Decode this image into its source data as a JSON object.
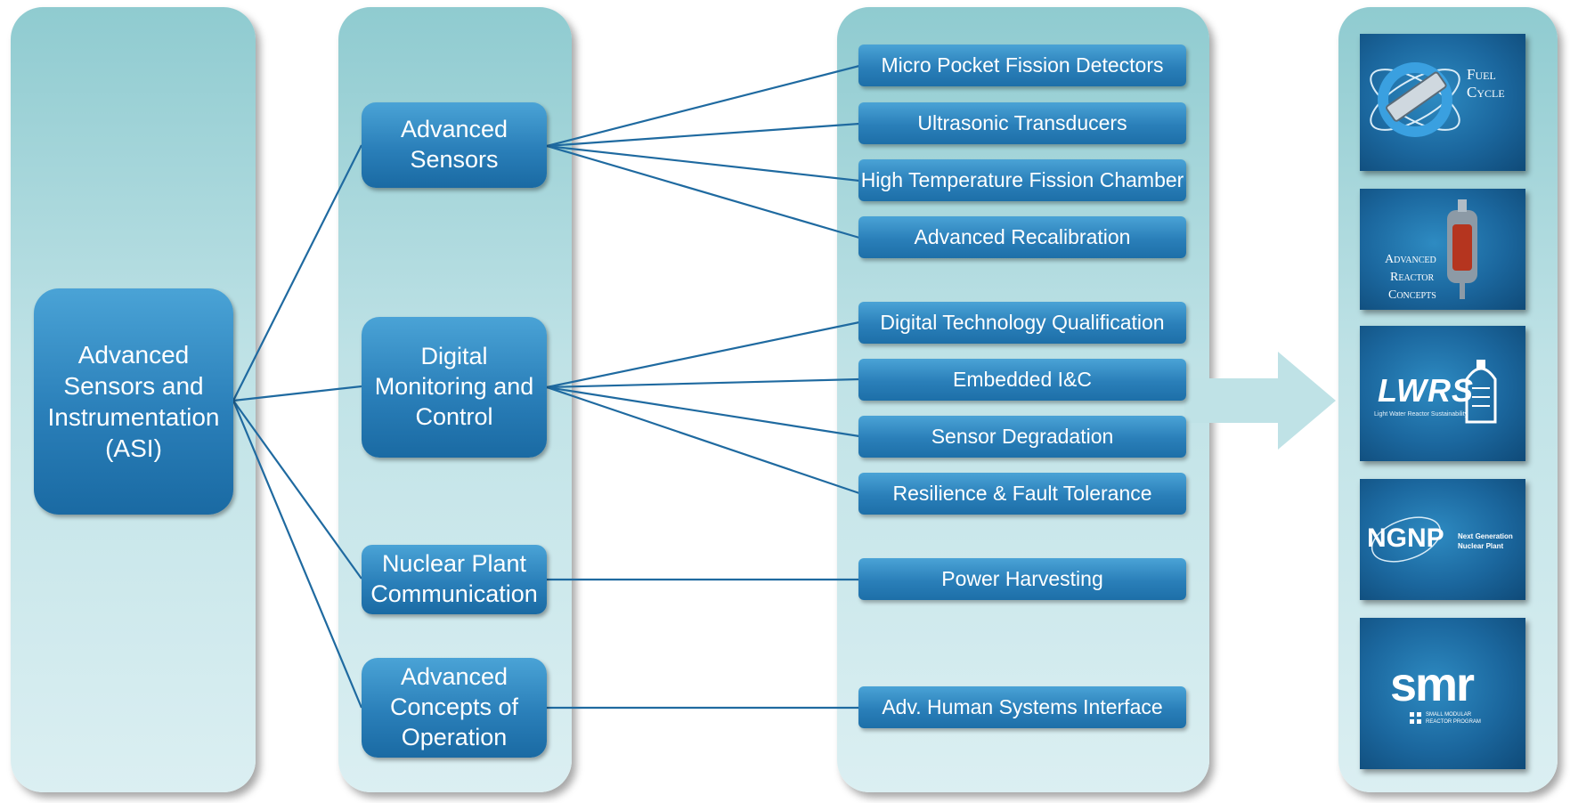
{
  "root": {
    "label": "Advanced\nSensors and\nInstrumentation\n(ASI)"
  },
  "categories": [
    {
      "label": "Advanced\nSensors"
    },
    {
      "label": "Digital\nMonitoring and\nControl"
    },
    {
      "label": "Nuclear Plant\nCommunication"
    },
    {
      "label": "Advanced\nConcepts of\nOperation"
    }
  ],
  "items": [
    {
      "label": "Micro Pocket Fission Detectors"
    },
    {
      "label": "Ultrasonic Transducers"
    },
    {
      "label": "High Temperature Fission Chamber"
    },
    {
      "label": "Advanced Recalibration"
    },
    {
      "label": "Digital Technology Qualification"
    },
    {
      "label": "Embedded I&C"
    },
    {
      "label": "Sensor Degradation"
    },
    {
      "label": "Resilience & Fault Tolerance"
    },
    {
      "label": "Power Harvesting"
    },
    {
      "label": "Adv.  Human Systems Interface"
    }
  ],
  "programs": {
    "fuel_cycle": "Fuel Cycle",
    "arc_1": "Advanced",
    "arc_2": "Reactor",
    "arc_3": "Concepts",
    "lwrs": "LWRS",
    "lwrs_sub": "Light Water Reactor Sustainability",
    "ngnp": "NGNP",
    "ngnp_sub_1": "Next Generation",
    "ngnp_sub_2": "Nuclear Plant",
    "smr": "smr",
    "smr_sub_1": "SMALL MODULAR",
    "smr_sub_2": "REACTOR PROGRAM"
  },
  "colors": {
    "box": "#2a7fb9",
    "line": "#1f6aa0",
    "column": "#bfe2e6"
  }
}
